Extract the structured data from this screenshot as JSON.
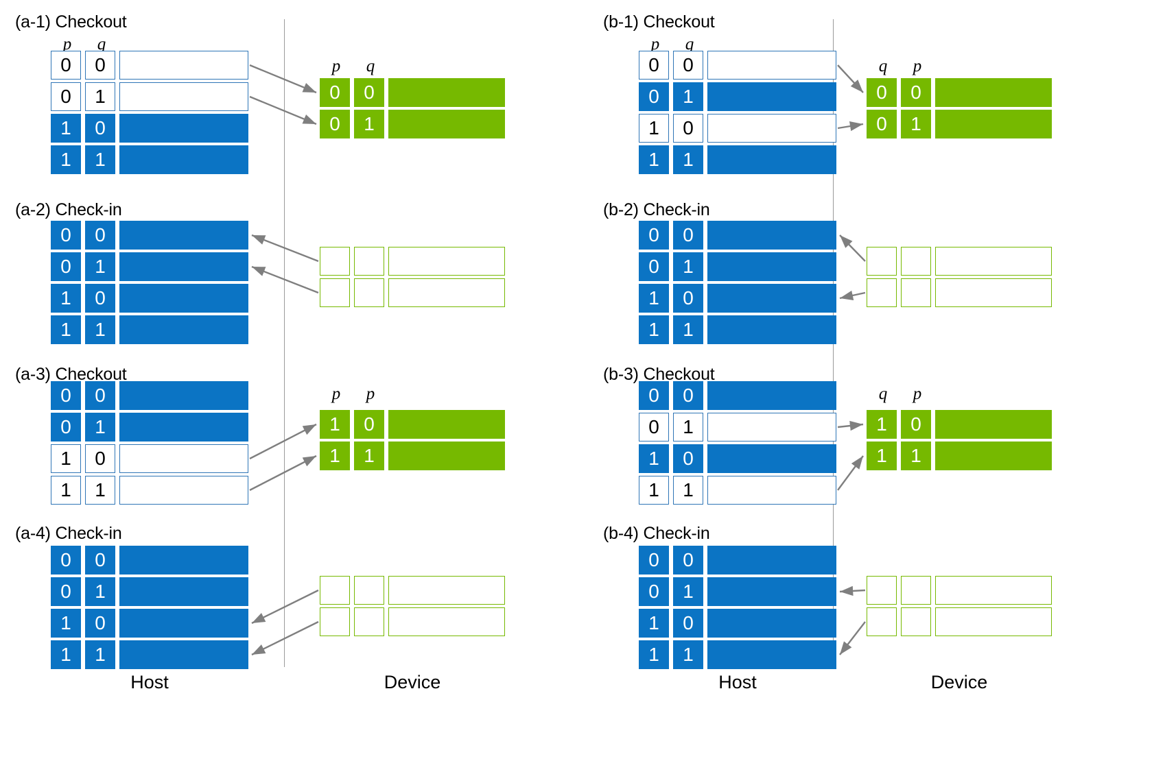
{
  "figure": {
    "columns": [
      {
        "id": "a",
        "foot": {
          "host": "Host",
          "device": "Device"
        },
        "panels": [
          {
            "id": "a-1",
            "caption": "(a-1) Checkout",
            "host": {
              "headers": [
                "p",
                "q"
              ],
              "rows": [
                {
                  "bits": [
                    "0",
                    "0"
                  ],
                  "state": "checked-out"
                },
                {
                  "bits": [
                    "0",
                    "1"
                  ],
                  "state": "checked-out"
                },
                {
                  "bits": [
                    "1",
                    "0"
                  ],
                  "state": "resident"
                },
                {
                  "bits": [
                    "1",
                    "1"
                  ],
                  "state": "resident"
                }
              ]
            },
            "device": {
              "headers": [
                "p",
                "q"
              ],
              "rows": [
                {
                  "bits": [
                    "0",
                    "0"
                  ],
                  "state": "filled"
                },
                {
                  "bits": [
                    "0",
                    "1"
                  ],
                  "state": "filled"
                }
              ]
            },
            "arrows": [
              {
                "direction": "host-to-device",
                "from_row": 0,
                "to_row": 0
              },
              {
                "direction": "host-to-device",
                "from_row": 1,
                "to_row": 1
              }
            ]
          },
          {
            "id": "a-2",
            "caption": "(a-2) Check-in",
            "host": {
              "headers": [],
              "rows": [
                {
                  "bits": [
                    "0",
                    "0"
                  ],
                  "state": "resident"
                },
                {
                  "bits": [
                    "0",
                    "1"
                  ],
                  "state": "resident"
                },
                {
                  "bits": [
                    "1",
                    "0"
                  ],
                  "state": "resident"
                },
                {
                  "bits": [
                    "1",
                    "1"
                  ],
                  "state": "resident"
                }
              ]
            },
            "device": {
              "headers": [],
              "rows": [
                {
                  "bits": [
                    "",
                    ""
                  ],
                  "state": "empty"
                },
                {
                  "bits": [
                    "",
                    ""
                  ],
                  "state": "empty"
                }
              ]
            },
            "arrows": [
              {
                "direction": "device-to-host",
                "from_row": 0,
                "to_row": 0
              },
              {
                "direction": "device-to-host",
                "from_row": 1,
                "to_row": 1
              }
            ]
          },
          {
            "id": "a-3",
            "caption": "(a-3) Checkout",
            "host": {
              "headers": [],
              "rows": [
                {
                  "bits": [
                    "0",
                    "0"
                  ],
                  "state": "resident"
                },
                {
                  "bits": [
                    "0",
                    "1"
                  ],
                  "state": "resident"
                },
                {
                  "bits": [
                    "1",
                    "0"
                  ],
                  "state": "checked-out"
                },
                {
                  "bits": [
                    "1",
                    "1"
                  ],
                  "state": "checked-out"
                }
              ]
            },
            "device": {
              "headers": [
                "p",
                "p"
              ],
              "rows": [
                {
                  "bits": [
                    "1",
                    "0"
                  ],
                  "state": "filled"
                },
                {
                  "bits": [
                    "1",
                    "1"
                  ],
                  "state": "filled"
                }
              ]
            },
            "arrows": [
              {
                "direction": "host-to-device",
                "from_row": 2,
                "to_row": 0
              },
              {
                "direction": "host-to-device",
                "from_row": 3,
                "to_row": 1
              }
            ]
          },
          {
            "id": "a-4",
            "caption": "(a-4) Check-in",
            "host": {
              "headers": [],
              "rows": [
                {
                  "bits": [
                    "0",
                    "0"
                  ],
                  "state": "resident"
                },
                {
                  "bits": [
                    "0",
                    "1"
                  ],
                  "state": "resident"
                },
                {
                  "bits": [
                    "1",
                    "0"
                  ],
                  "state": "resident"
                },
                {
                  "bits": [
                    "1",
                    "1"
                  ],
                  "state": "resident"
                }
              ]
            },
            "device": {
              "headers": [],
              "rows": [
                {
                  "bits": [
                    "",
                    ""
                  ],
                  "state": "empty"
                },
                {
                  "bits": [
                    "",
                    ""
                  ],
                  "state": "empty"
                }
              ]
            },
            "arrows": [
              {
                "direction": "device-to-host",
                "from_row": 0,
                "to_row": 2
              },
              {
                "direction": "device-to-host",
                "from_row": 1,
                "to_row": 3
              }
            ]
          }
        ]
      },
      {
        "id": "b",
        "foot": {
          "host": "Host",
          "device": "Device"
        },
        "panels": [
          {
            "id": "b-1",
            "caption": "(b-1) Checkout",
            "host": {
              "headers": [
                "p",
                "q"
              ],
              "rows": [
                {
                  "bits": [
                    "0",
                    "0"
                  ],
                  "state": "checked-out"
                },
                {
                  "bits": [
                    "0",
                    "1"
                  ],
                  "state": "resident"
                },
                {
                  "bits": [
                    "1",
                    "0"
                  ],
                  "state": "checked-out"
                },
                {
                  "bits": [
                    "1",
                    "1"
                  ],
                  "state": "resident"
                }
              ]
            },
            "device": {
              "headers": [
                "q",
                "p"
              ],
              "rows": [
                {
                  "bits": [
                    "0",
                    "0"
                  ],
                  "state": "filled"
                },
                {
                  "bits": [
                    "0",
                    "1"
                  ],
                  "state": "filled"
                }
              ]
            },
            "arrows": [
              {
                "direction": "host-to-device",
                "from_row": 0,
                "to_row": 0
              },
              {
                "direction": "host-to-device",
                "from_row": 2,
                "to_row": 1
              }
            ]
          },
          {
            "id": "b-2",
            "caption": "(b-2) Check-in",
            "host": {
              "headers": [],
              "rows": [
                {
                  "bits": [
                    "0",
                    "0"
                  ],
                  "state": "resident"
                },
                {
                  "bits": [
                    "0",
                    "1"
                  ],
                  "state": "resident"
                },
                {
                  "bits": [
                    "1",
                    "0"
                  ],
                  "state": "resident"
                },
                {
                  "bits": [
                    "1",
                    "1"
                  ],
                  "state": "resident"
                }
              ]
            },
            "device": {
              "headers": [],
              "rows": [
                {
                  "bits": [
                    "",
                    ""
                  ],
                  "state": "empty"
                },
                {
                  "bits": [
                    "",
                    ""
                  ],
                  "state": "empty"
                }
              ]
            },
            "arrows": [
              {
                "direction": "device-to-host",
                "from_row": 0,
                "to_row": 0
              },
              {
                "direction": "device-to-host",
                "from_row": 1,
                "to_row": 2
              }
            ]
          },
          {
            "id": "b-3",
            "caption": "(b-3) Checkout",
            "host": {
              "headers": [],
              "rows": [
                {
                  "bits": [
                    "0",
                    "0"
                  ],
                  "state": "resident"
                },
                {
                  "bits": [
                    "0",
                    "1"
                  ],
                  "state": "checked-out"
                },
                {
                  "bits": [
                    "1",
                    "0"
                  ],
                  "state": "resident"
                },
                {
                  "bits": [
                    "1",
                    "1"
                  ],
                  "state": "checked-out"
                }
              ]
            },
            "device": {
              "headers": [
                "q",
                "p"
              ],
              "rows": [
                {
                  "bits": [
                    "1",
                    "0"
                  ],
                  "state": "filled"
                },
                {
                  "bits": [
                    "1",
                    "1"
                  ],
                  "state": "filled"
                }
              ]
            },
            "arrows": [
              {
                "direction": "host-to-device",
                "from_row": 1,
                "to_row": 0
              },
              {
                "direction": "host-to-device",
                "from_row": 3,
                "to_row": 1
              }
            ]
          },
          {
            "id": "b-4",
            "caption": "(b-4) Check-in",
            "host": {
              "headers": [],
              "rows": [
                {
                  "bits": [
                    "0",
                    "0"
                  ],
                  "state": "resident"
                },
                {
                  "bits": [
                    "0",
                    "1"
                  ],
                  "state": "resident"
                },
                {
                  "bits": [
                    "1",
                    "0"
                  ],
                  "state": "resident"
                },
                {
                  "bits": [
                    "1",
                    "1"
                  ],
                  "state": "resident"
                }
              ]
            },
            "device": {
              "headers": [],
              "rows": [
                {
                  "bits": [
                    "",
                    ""
                  ],
                  "state": "empty"
                },
                {
                  "bits": [
                    "",
                    ""
                  ],
                  "state": "empty"
                }
              ]
            },
            "arrows": [
              {
                "direction": "device-to-host",
                "from_row": 0,
                "to_row": 1
              },
              {
                "direction": "device-to-host",
                "from_row": 1,
                "to_row": 3
              }
            ]
          }
        ]
      }
    ],
    "colors": {
      "resident_blue": "#0B74C4",
      "checked_out_border": "#2E75B6",
      "device_green": "#76B900",
      "arrow_gray": "#7F7F7F",
      "divider_gray": "#9A9A9A"
    }
  }
}
